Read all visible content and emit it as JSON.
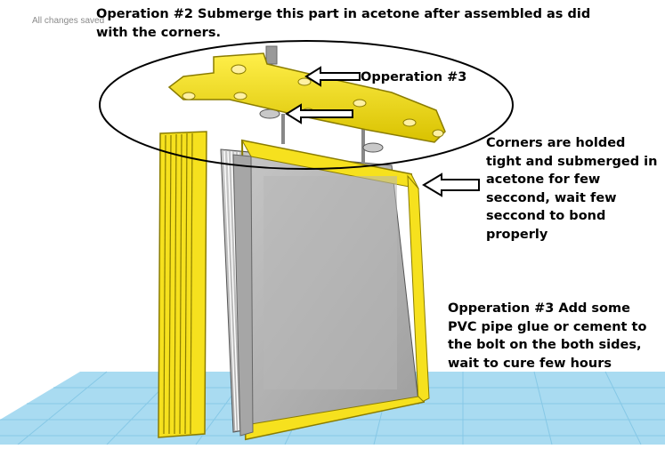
{
  "status": {
    "text": "All changes saved"
  },
  "annotations": {
    "op2": "Operation #2 Submerge this part in acetone after assembled as did with the corners.",
    "op3_label": "Opperation #3",
    "corners": "Corners are holded tight and submerged in acetone for few seccond, wait few seccond to bond properly",
    "op3_detail": "Opperation #3 Add some PVC pipe glue or cement to the bolt on the both sides, wait to cure few hours"
  },
  "colors": {
    "workplane": "#a9dbf1",
    "grid": "#7fc3e3",
    "part": "#f6e11e",
    "part_edge": "#8a7c00",
    "panel": "#bdbdbd"
  }
}
